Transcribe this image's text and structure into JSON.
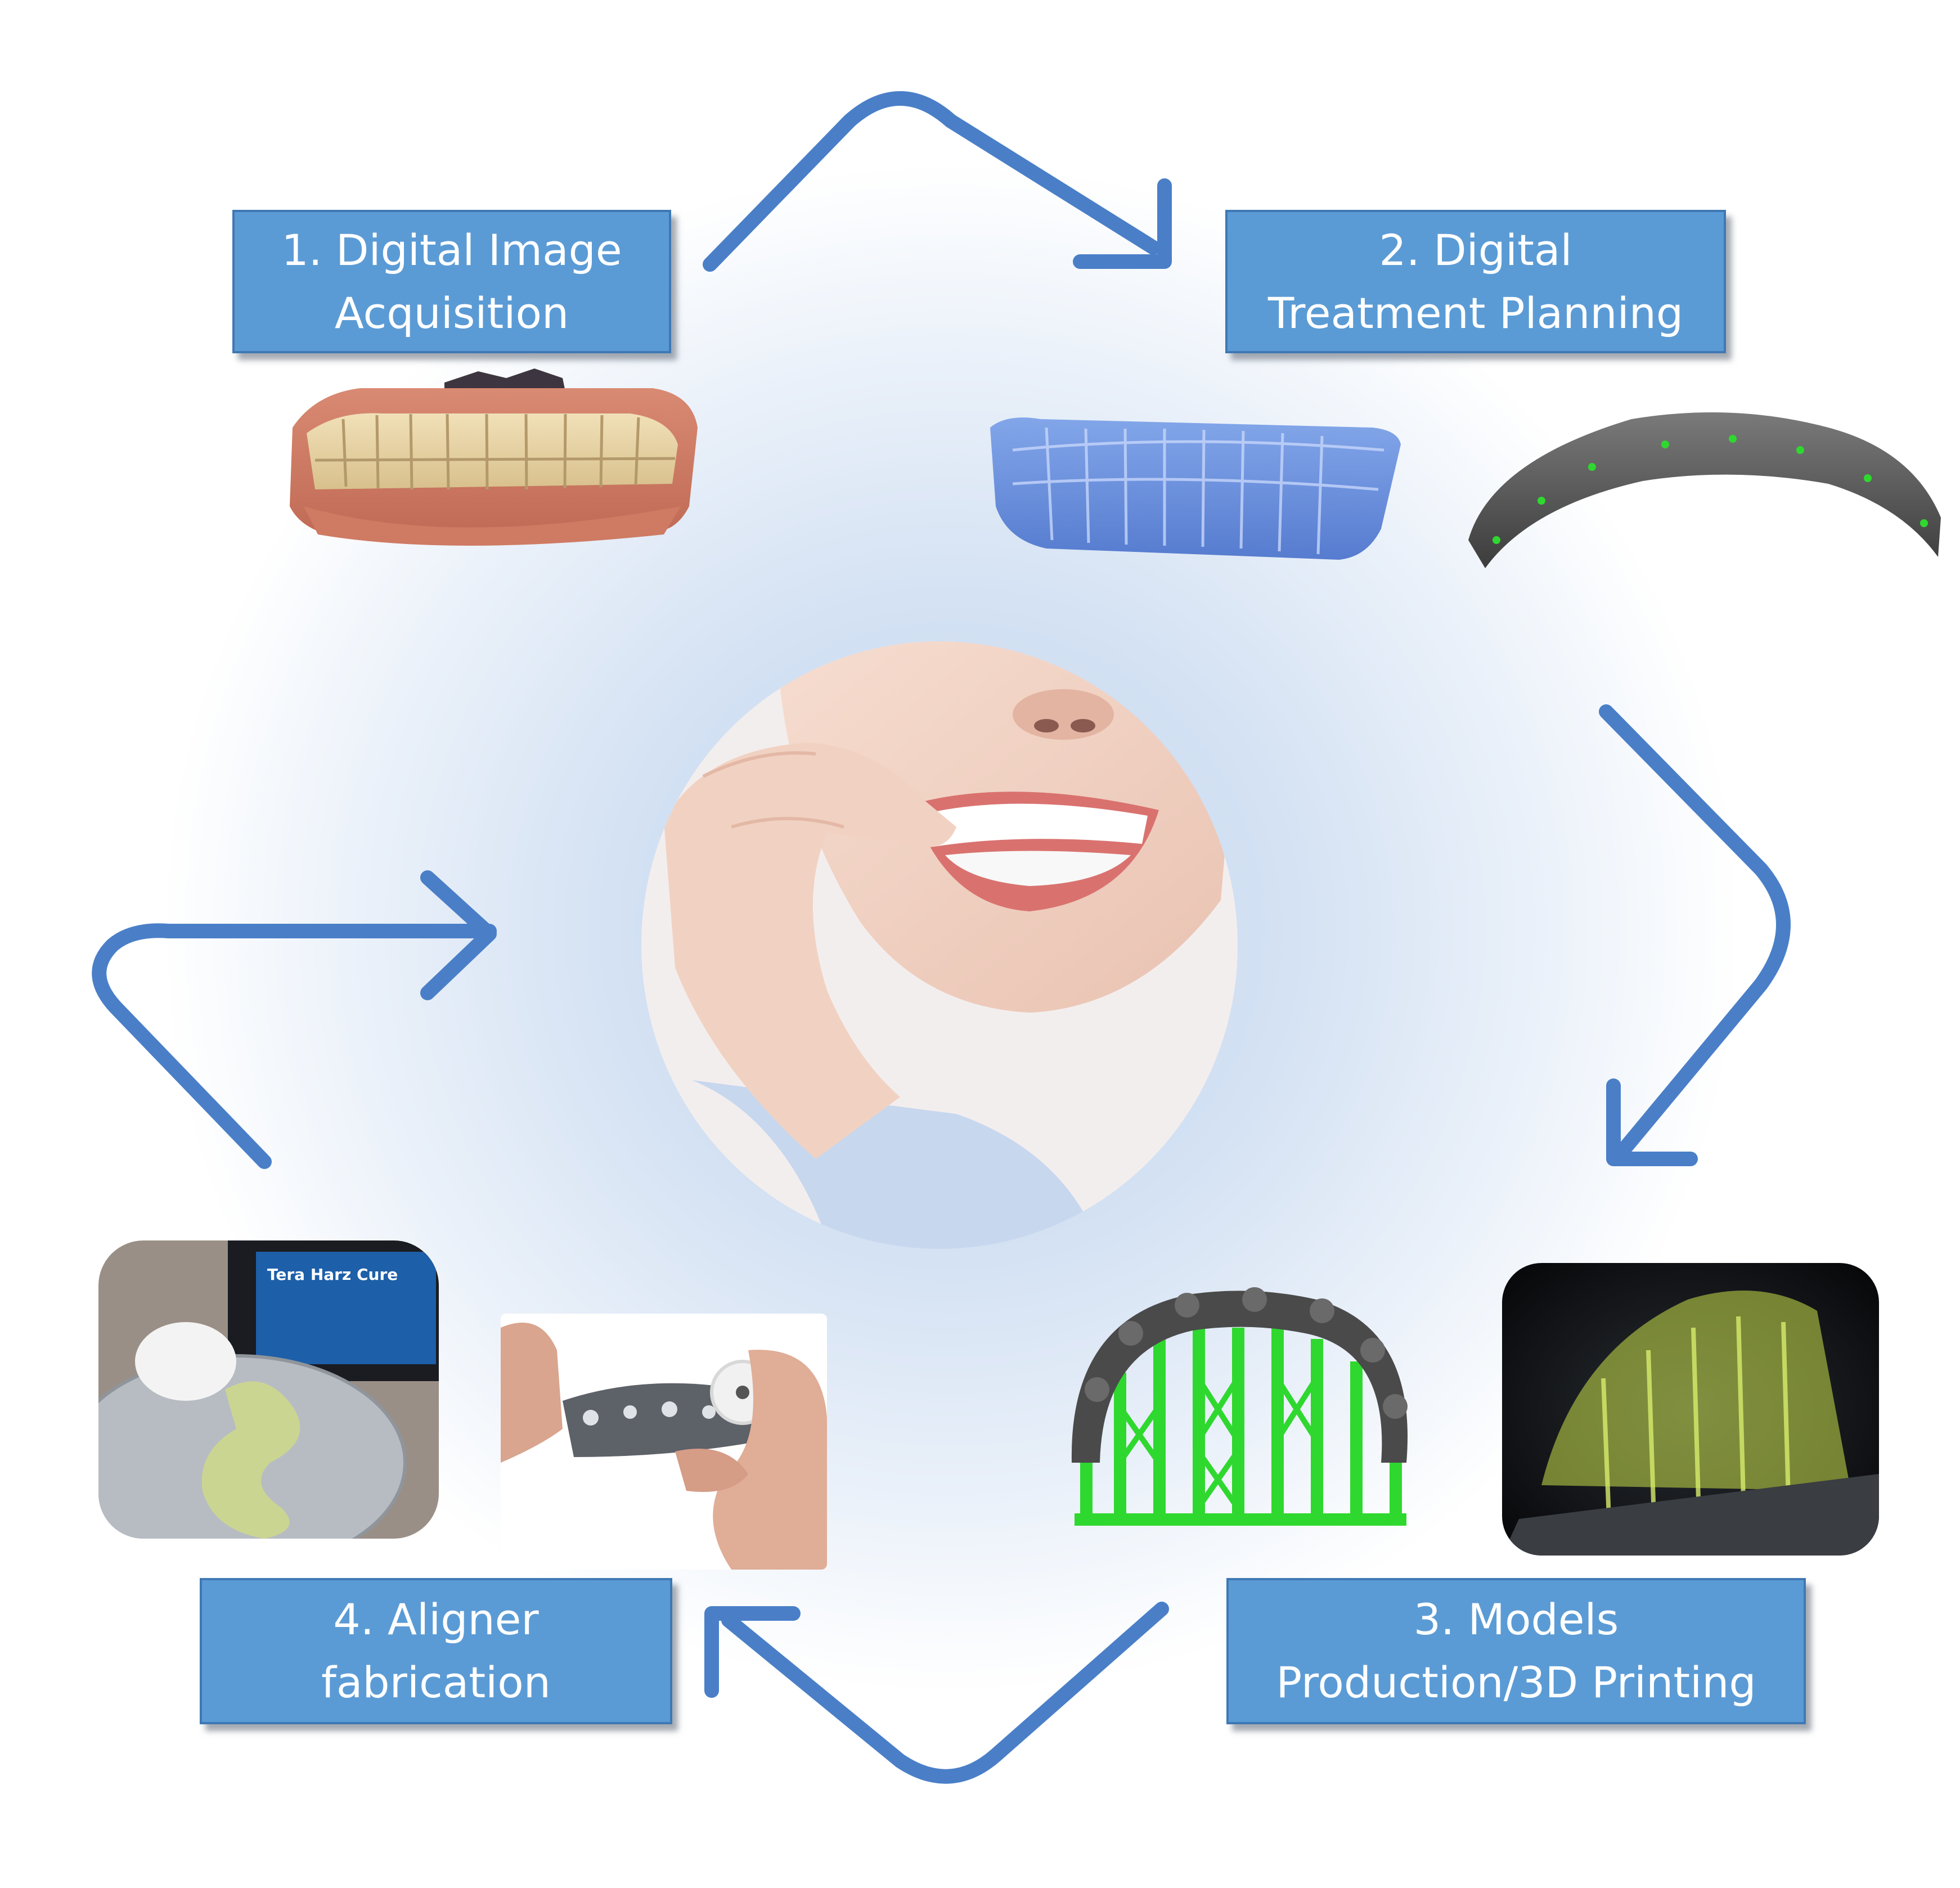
{
  "steps": [
    {
      "line1": "1. Digital Image",
      "line2": "Acquisition"
    },
    {
      "line1": "2. Digital",
      "line2": "Treatment Planning"
    },
    {
      "line1": "3. Models",
      "line2": "Production/3D Printing"
    },
    {
      "line1": "4. Aligner",
      "line2": "fabrication"
    }
  ],
  "photos": {
    "printer_screen_text": "Tera Harz Cure"
  },
  "colors": {
    "label_fill": "#5b9bd5",
    "label_border": "#3f78b4",
    "arrow": "#4a7fc8",
    "print_support_green": "#2fd82f",
    "model_dark": "#4a4a4a",
    "resin_yellow": "#c8e04a"
  },
  "icons": [
    "curved-arrow-icon"
  ]
}
